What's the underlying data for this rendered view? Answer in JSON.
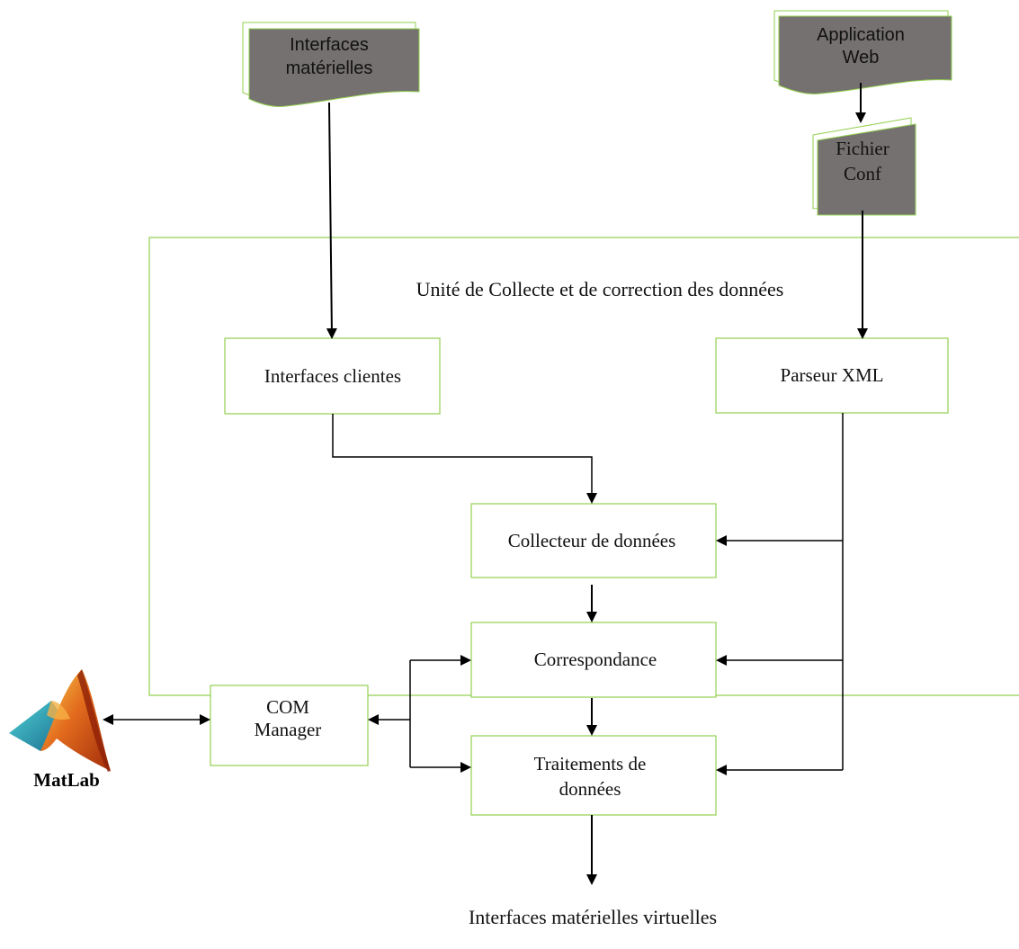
{
  "diagram": {
    "inputs": {
      "hardware_interfaces": [
        "Interfaces",
        "matérielles"
      ],
      "web_application": [
        "Application",
        "Web"
      ],
      "config_file": [
        "Fichier",
        "Conf"
      ]
    },
    "unit_title": "Unité de Collecte et de correction des données",
    "nodes": {
      "client_interfaces": "Interfaces clientes",
      "xml_parser": "Parseur XML",
      "data_collector": "Collecteur de   données",
      "correspondence": "Correspondance",
      "data_processing": [
        "Traitements de",
        "données"
      ],
      "com_manager": [
        "COM",
        "Manager"
      ]
    },
    "matlab_label": "MatLab",
    "output_label": "Interfaces matérielles virtuelles",
    "colors": {
      "box_border": "#92d050",
      "document_fill": "#767171",
      "arrow": "#000000"
    },
    "icons": {
      "matlab": "matlab-logo-icon"
    }
  }
}
